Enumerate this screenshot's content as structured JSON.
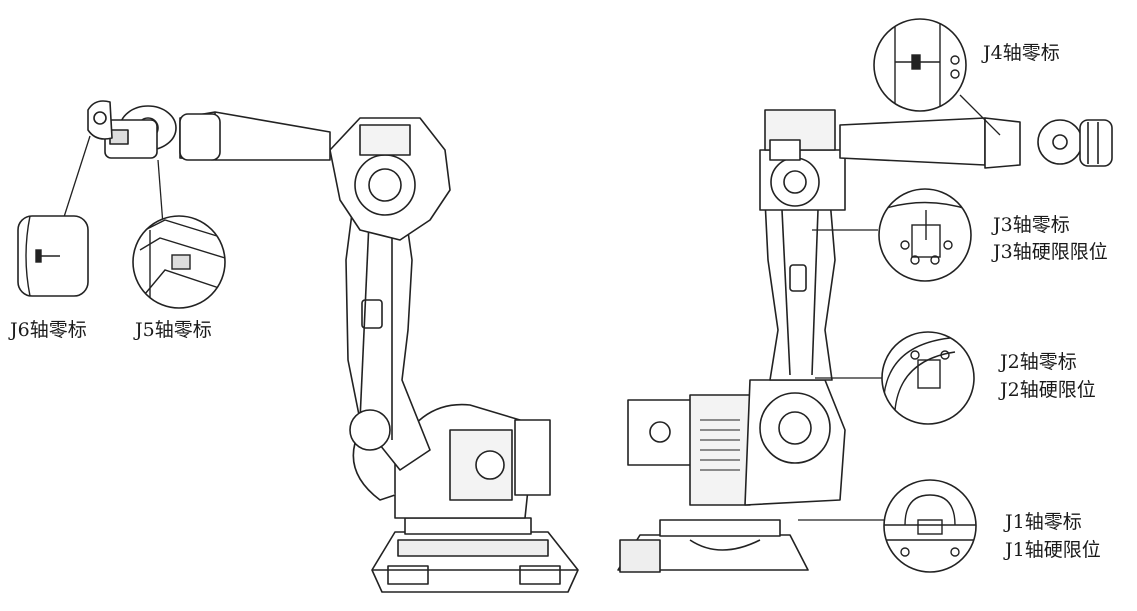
{
  "labels": {
    "j6_zero": "J6轴零标",
    "j5_zero": "J5轴零标",
    "j4_zero": "J4轴零标",
    "j3_zero": "J3轴零标",
    "j3_hard": "J3轴硬限限位",
    "j2_zero": "J2轴零标",
    "j2_hard": "J2轴硬限位",
    "j1_zero": "J1轴零标",
    "j1_hard": "J1轴硬限位"
  },
  "colors": {
    "line": "#222222",
    "fill": "#ffffff",
    "shade": "#d9d9d9"
  }
}
